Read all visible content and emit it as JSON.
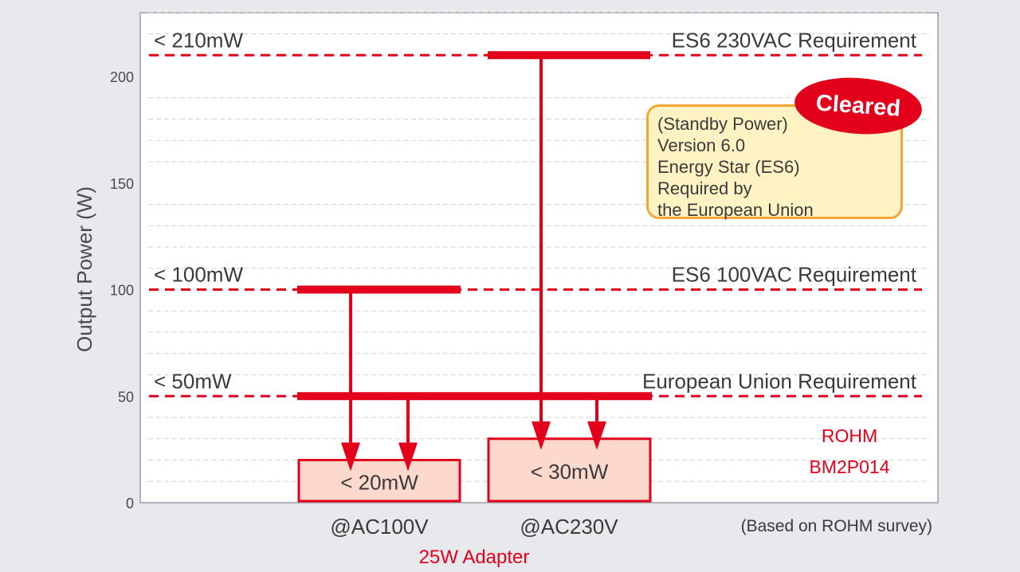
{
  "colors": {
    "accent": "#e3001b",
    "box_fill": "#fcd9cc",
    "callout_border": "#f4a735",
    "callout_fill": "#fff3c4",
    "badge_fill": "#e3001b",
    "text": "#3a3a3a",
    "grid": "#cfd3d8"
  },
  "chart_data": {
    "type": "bar",
    "ylabel": "Output Power (W)",
    "ylim": [
      0,
      230
    ],
    "y_ticks": [
      0,
      50,
      100,
      150,
      200
    ],
    "categories": [
      "@AC100V",
      "@AC230V"
    ],
    "values": [
      20,
      30
    ],
    "value_labels": [
      "< 20mW",
      "< 30mW"
    ],
    "x_caption": "25W Adapter",
    "source_note": "(Based on ROHM survey)",
    "grid": true,
    "requirements": [
      {
        "y": 210,
        "label": "< 210mW",
        "name": "ES6 230VAC Requirement"
      },
      {
        "y": 100,
        "label": "< 100mW",
        "name": "ES6 100VAC Requirement"
      },
      {
        "y": 50,
        "label": "< 50mW",
        "name": "European Union Requirement"
      }
    ],
    "product_label": [
      "ROHM",
      "BM2P014"
    ]
  },
  "callout": {
    "lines": [
      "(Standby Power)",
      "Version 6.0",
      "Energy Star (ES6)",
      "Required by",
      "the European Union"
    ],
    "badge": "Cleared"
  }
}
